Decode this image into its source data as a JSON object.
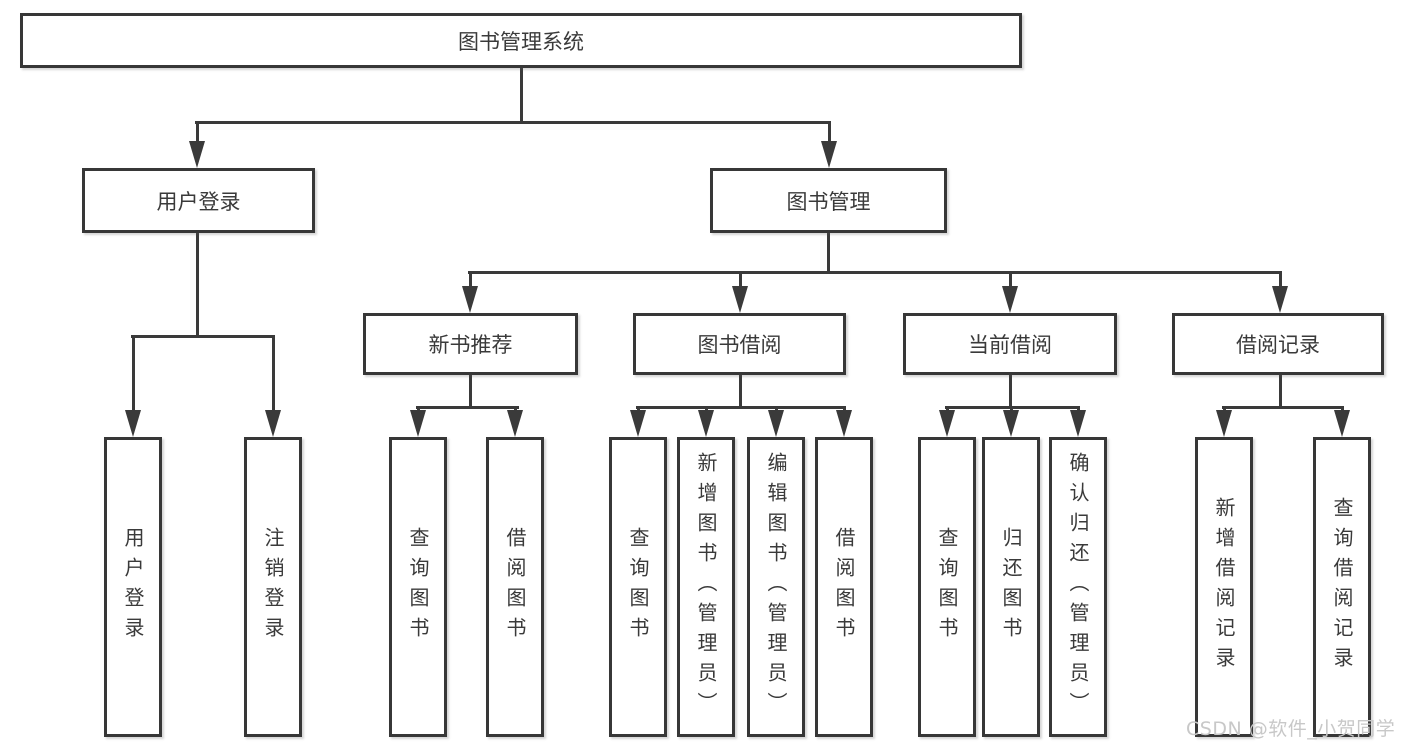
{
  "tree": {
    "root": "图书管理系统",
    "branches": [
      {
        "label": "用户登录",
        "leaves": [
          "用户登录",
          "注销登录"
        ]
      },
      {
        "label": "图书管理",
        "groups": [
          {
            "label": "新书推荐",
            "leaves": [
              "查询图书",
              "借阅图书"
            ]
          },
          {
            "label": "图书借阅",
            "leaves": [
              "查询图书",
              "新增图书（管理员）",
              "编辑图书（管理员）",
              "借阅图书"
            ]
          },
          {
            "label": "当前借阅",
            "leaves": [
              "查询图书",
              "归还图书",
              "确认归还（管理员）"
            ]
          },
          {
            "label": "借阅记录",
            "leaves": [
              "新增借阅记录",
              "查询借阅记录"
            ]
          }
        ]
      }
    ]
  },
  "watermark": "CSDN @软件_小贺同学",
  "colors": {
    "line": "#3a3a3a",
    "text": "#3a3a3a",
    "background": "#ffffff",
    "watermark": "#c8c8c8"
  }
}
